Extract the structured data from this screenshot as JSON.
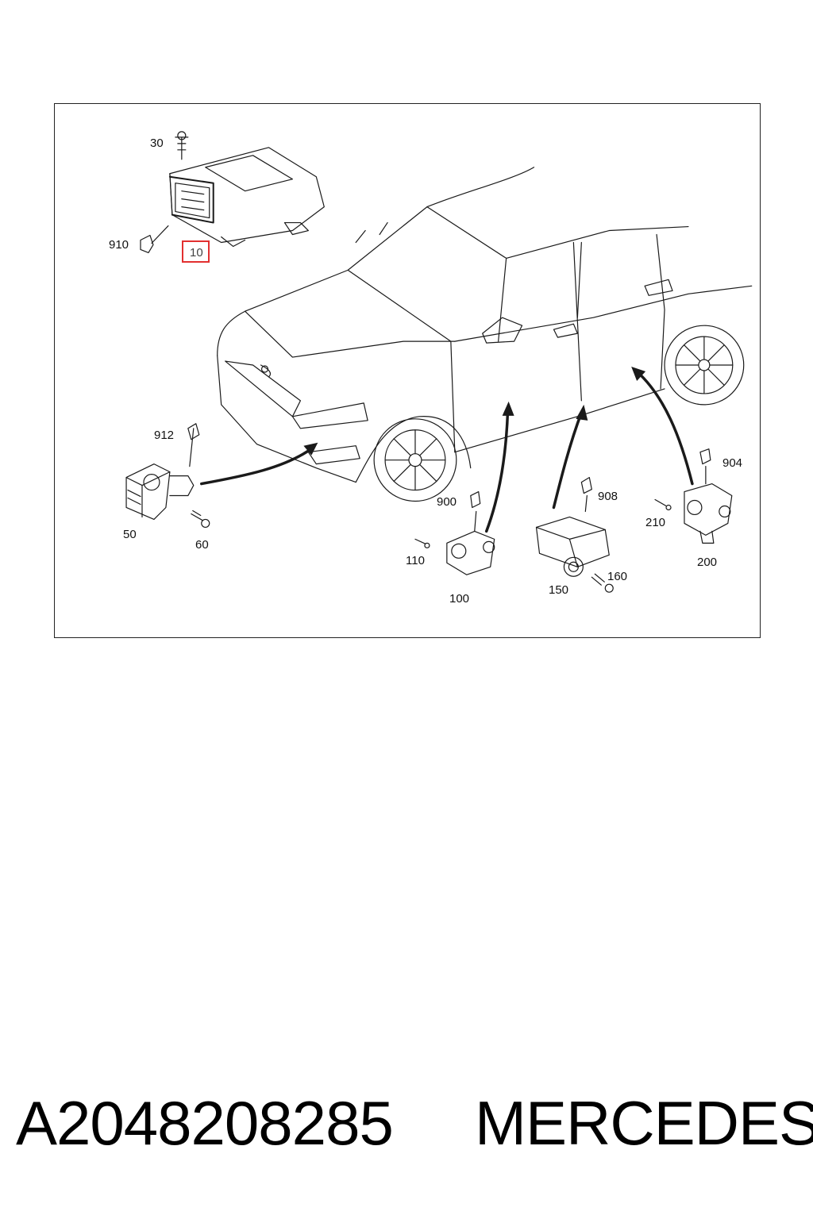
{
  "diagram": {
    "callouts": [
      {
        "id": "30",
        "label": "30"
      },
      {
        "id": "910",
        "label": "910"
      },
      {
        "id": "10",
        "label": "10",
        "highlighted": true
      },
      {
        "id": "912",
        "label": "912"
      },
      {
        "id": "50",
        "label": "50"
      },
      {
        "id": "60",
        "label": "60"
      },
      {
        "id": "900",
        "label": "900"
      },
      {
        "id": "110",
        "label": "110"
      },
      {
        "id": "100",
        "label": "100"
      },
      {
        "id": "908",
        "label": "908"
      },
      {
        "id": "150",
        "label": "150"
      },
      {
        "id": "160",
        "label": "160"
      },
      {
        "id": "904",
        "label": "904"
      },
      {
        "id": "210",
        "label": "210"
      },
      {
        "id": "200",
        "label": "200"
      }
    ],
    "highlight_color": "#e23030",
    "line_color": "#1a1a1a"
  },
  "caption": {
    "part_number": "A2048208285",
    "brand": "MERCEDES"
  }
}
